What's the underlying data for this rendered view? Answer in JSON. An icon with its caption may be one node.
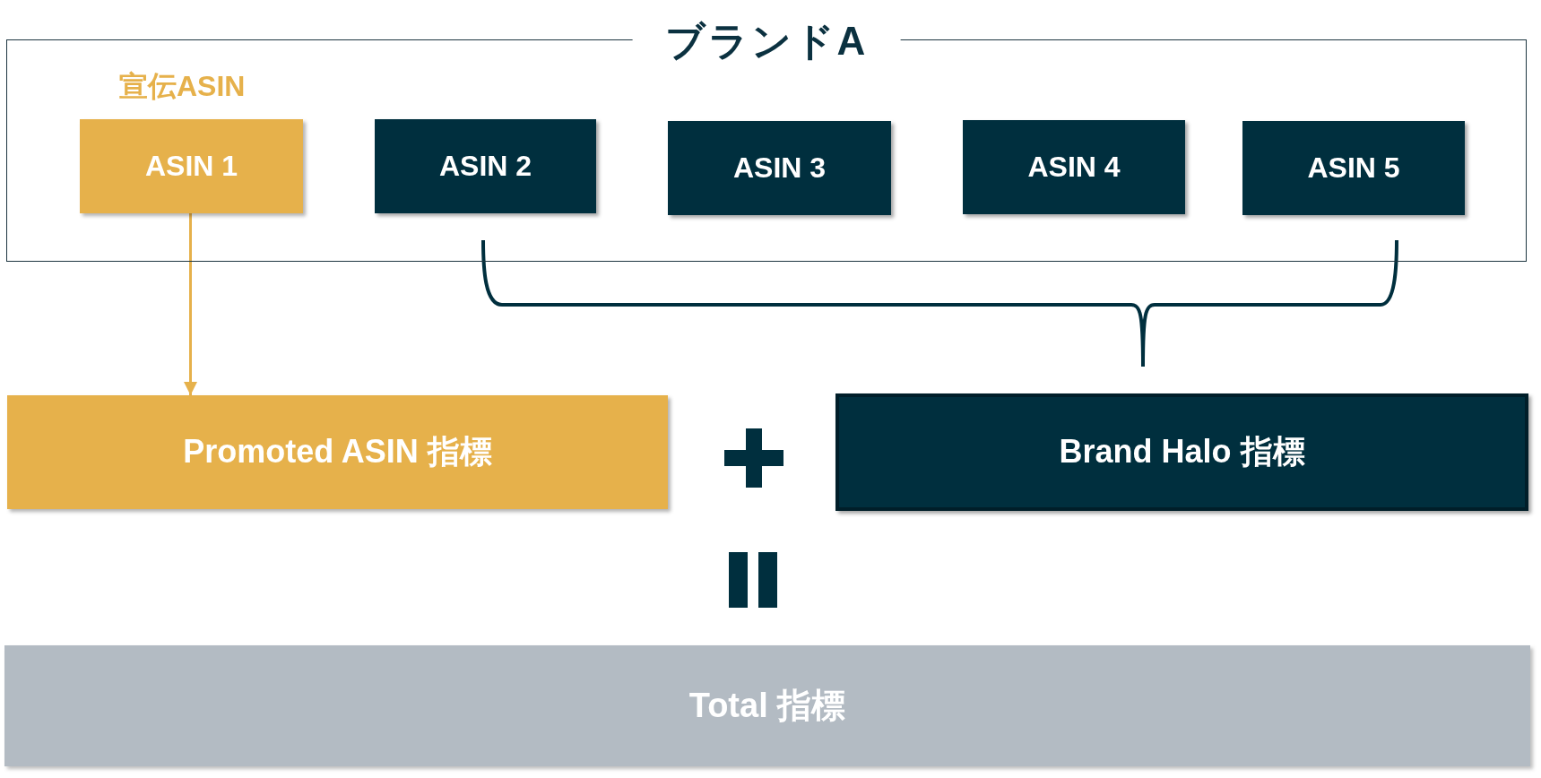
{
  "diagram": {
    "nodes": [
      {
        "text": [
          "ブランドA"
        ]
      },
      {
        "text": [
          "ASIN 1"
        ],
        "in": 0,
        "beside": [
          "宣伝ASIN"
        ]
      },
      {
        "text": [
          "ASIN 2"
        ],
        "in": 0
      },
      {
        "text": [
          "ASIN 3"
        ],
        "in": 0
      },
      {
        "text": [
          "ASIN 4"
        ],
        "in": 0
      },
      {
        "text": [
          "ASIN 5"
        ],
        "in": 0
      },
      {
        "text": [
          "Promoted ASIN 指標"
        ]
      },
      {
        "text": [
          "Brand Halo 指標"
        ]
      },
      {
        "text": [
          "Total 指標"
        ]
      }
    ],
    "edges": [
      {
        "from": 1,
        "to": 6,
        "arrow": "to",
        "color": "#e6b14b"
      }
    ]
  }
}
